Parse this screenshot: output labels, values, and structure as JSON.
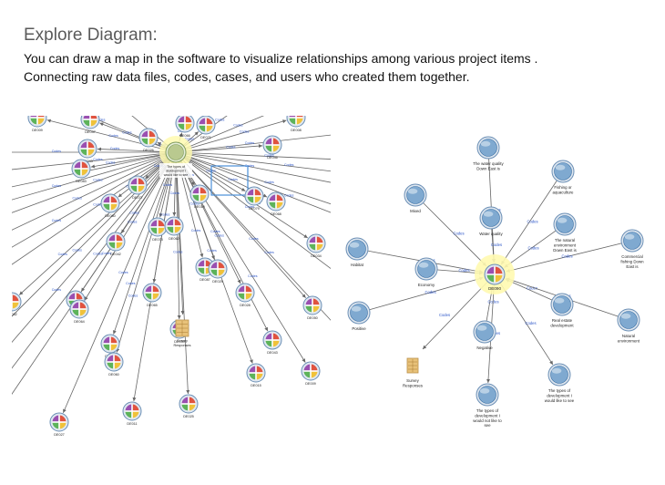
{
  "heading": "Explore Diagram:",
  "body_lines": [
    "You can draw a map in the software to visualize relationships among various project items .",
    "Connecting raw data files, codes, cases, and users who created them together."
  ],
  "colors": {
    "node_fill": "#7fa9d0",
    "node_stroke": "#3b6fa3",
    "center_glow": "#fffab0",
    "edge": "#666666",
    "edge_label": "#2b55c8",
    "doc_icon": "#e8c27a",
    "selection": "#4a90d9"
  },
  "left_diagram": {
    "hub_label_lines": [
      "The types of",
      "development I",
      "would like to see"
    ],
    "survey_label_lines": [
      "Survey",
      "Responses"
    ],
    "edge_label": "Codes",
    "case_node_labels": [
      "DE009",
      "DE037",
      "DE066",
      "DE071",
      "DE008",
      "DE043",
      "DE026",
      "DE046",
      "DE083",
      "DE077",
      "DE019",
      "DE080",
      "DE073",
      "DE062",
      "DE042",
      "DE079",
      "DE068",
      "DE087",
      "DE029",
      "DE034",
      "DE035",
      "DE065",
      "DE028",
      "DE032",
      "DE064",
      "DE050",
      "DE054",
      "DE043",
      "DE039",
      "DE060",
      "DE027",
      "DE011",
      "DE025",
      "DE015"
    ]
  },
  "right_diagram": {
    "center_label": "DE090",
    "edge_label": "Codes",
    "nodes": [
      {
        "key": "water_quality_down_east",
        "lines": [
          "The water quality",
          "Down East is"
        ]
      },
      {
        "key": "fishing",
        "lines": [
          "Fishing or",
          "aquaculture"
        ]
      },
      {
        "key": "mixed",
        "lines": [
          "Mixed"
        ]
      },
      {
        "key": "water_quality",
        "lines": [
          "Water quality"
        ]
      },
      {
        "key": "natural_env_down_east",
        "lines": [
          "The natural",
          "environment",
          "Down East is"
        ]
      },
      {
        "key": "habitat",
        "lines": [
          "Habitat"
        ]
      },
      {
        "key": "economy",
        "lines": [
          "Economy"
        ]
      },
      {
        "key": "commercial_fishing",
        "lines": [
          "Commercial",
          "fishing Down",
          "East is"
        ]
      },
      {
        "key": "positive",
        "lines": [
          "Positive"
        ]
      },
      {
        "key": "real_estate",
        "lines": [
          "Real estate",
          "development"
        ]
      },
      {
        "key": "natural_environment",
        "lines": [
          "Natural",
          "environment"
        ]
      },
      {
        "key": "negative",
        "lines": [
          "Negative"
        ]
      },
      {
        "key": "survey",
        "lines": [
          "Survey",
          "Responses"
        ]
      },
      {
        "key": "dev_like",
        "lines": [
          "The types of",
          "development I",
          "would like to see"
        ]
      },
      {
        "key": "dev_not_like",
        "lines": [
          "The types of",
          "development I",
          "would not like to",
          "see"
        ]
      }
    ]
  }
}
